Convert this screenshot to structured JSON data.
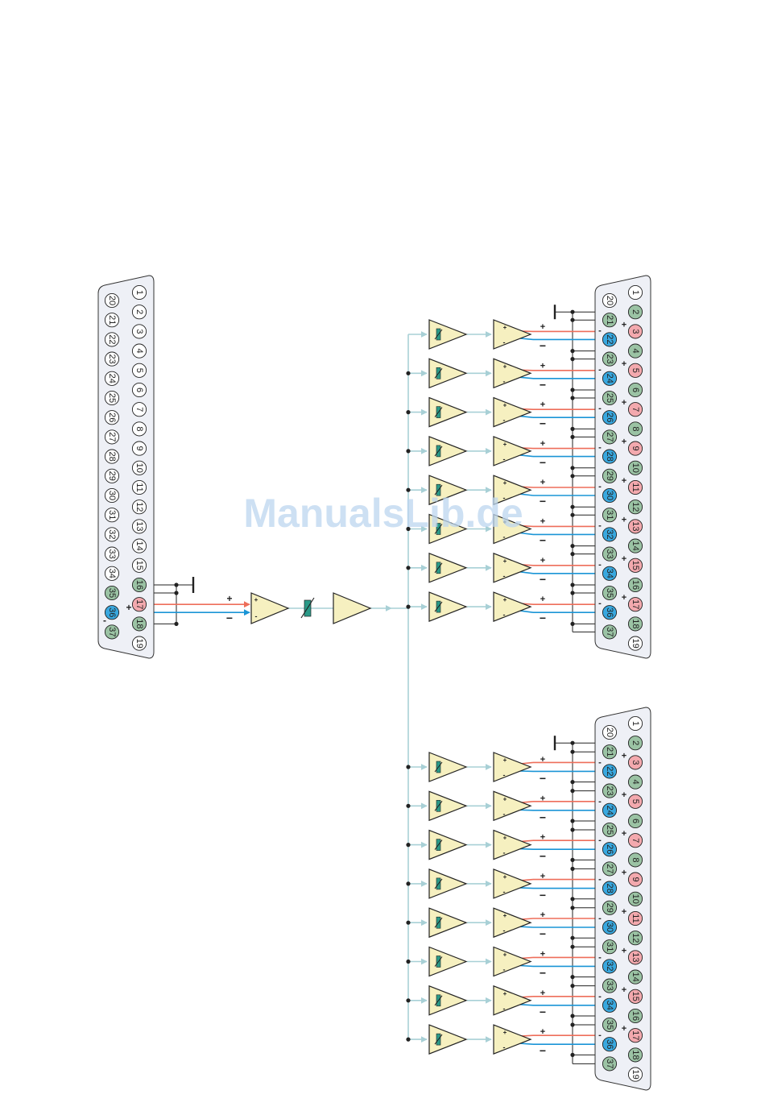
{
  "watermark": "ManualsLib.de",
  "signs": {
    "plus": "+",
    "minus": "−",
    "dash": "-"
  },
  "colors": {
    "positive_wire": "#ee6e5a",
    "negative_wire": "#1a95d6",
    "signal_wire": "#a8d0d6",
    "wire": "#222222",
    "amp_fill": "#f6f0c0",
    "pin_green": "#9bc3a4",
    "pin_pink": "#f3a9ae",
    "pin_blue": "#39a8df",
    "pin_white": "#ffffff",
    "connector_fill": "#eef0f6",
    "gain_teal": "#2a9a88",
    "watermark": "#bcd6ef"
  },
  "connectors": {
    "input": {
      "top_row": [
        "1",
        "2",
        "3",
        "4",
        "5",
        "6",
        "7",
        "8",
        "9",
        "10",
        "11",
        "12",
        "13",
        "14",
        "15",
        "16",
        "17",
        "18",
        "19"
      ],
      "bottom_row": [
        "20",
        "21",
        "22",
        "23",
        "24",
        "25",
        "26",
        "27",
        "28",
        "29",
        "30",
        "31",
        "32",
        "33",
        "34",
        "35",
        "36",
        "37"
      ],
      "top_colors": [
        "white",
        "white",
        "white",
        "white",
        "white",
        "white",
        "white",
        "white",
        "white",
        "white",
        "white",
        "white",
        "white",
        "white",
        "white",
        "green",
        "pink",
        "green",
        "white"
      ],
      "bottom_colors": [
        "white",
        "white",
        "white",
        "white",
        "white",
        "white",
        "white",
        "white",
        "white",
        "white",
        "white",
        "white",
        "white",
        "white",
        "white",
        "green",
        "blue",
        "green"
      ]
    },
    "output": {
      "top_row": [
        "1",
        "2",
        "3",
        "4",
        "5",
        "6",
        "7",
        "8",
        "9",
        "10",
        "11",
        "12",
        "13",
        "14",
        "15",
        "16",
        "17",
        "18",
        "19"
      ],
      "bottom_row": [
        "20",
        "21",
        "22",
        "23",
        "24",
        "25",
        "26",
        "27",
        "28",
        "29",
        "30",
        "31",
        "32",
        "33",
        "34",
        "35",
        "36",
        "37"
      ],
      "top_colors": [
        "white",
        "green",
        "pink",
        "green",
        "pink",
        "green",
        "pink",
        "green",
        "pink",
        "green",
        "pink",
        "green",
        "pink",
        "green",
        "pink",
        "green",
        "pink",
        "green",
        "white"
      ],
      "bottom_colors": [
        "white",
        "green",
        "blue",
        "green",
        "blue",
        "green",
        "blue",
        "green",
        "blue",
        "green",
        "blue",
        "green",
        "blue",
        "green",
        "blue",
        "green",
        "blue",
        "green"
      ]
    }
  },
  "channels_per_bank": 8
}
